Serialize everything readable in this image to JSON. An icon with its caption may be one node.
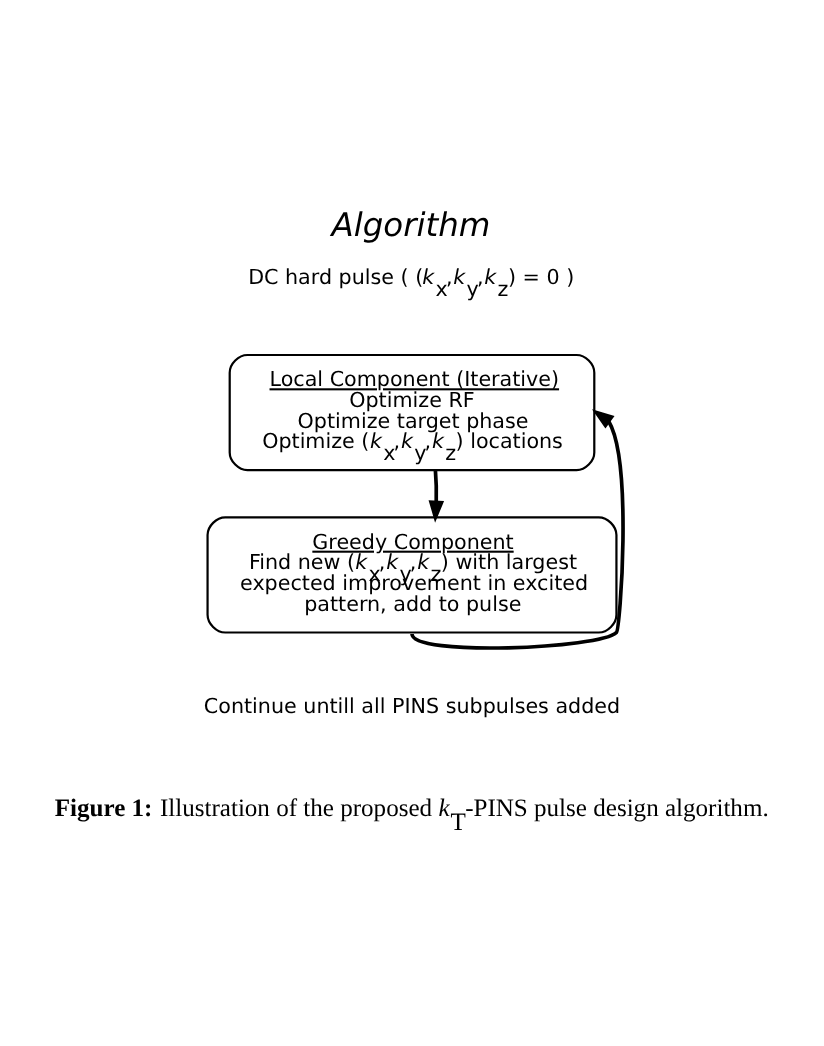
{
  "diagram": {
    "title": "Algorithm",
    "caption": "**Figure 1:** Illustration of the proposed *k*$_{T}$-PINS pulse design algorithm.",
    "nodes": [
      {
        "text": [
          "Local Component (Iterative)",
          "Optimize RF Optimize target phase Optimize (*k*$_{x}$,*k*$_{y}$,*k*$_{z}$) locations"
        ]
      },
      {
        "text": [
          "Greedy Component",
          "Find new (*k*$_{x}$,*k*$_{y}$,*k*$_{z}$) with largest expected improvement in excited pattern, add to pulse"
        ]
      }
    ],
    "edges": [
      {
        "from": 0,
        "to": 1,
        "arrow": "to"
      },
      {
        "from": 1,
        "to": 0,
        "arrow": "to"
      }
    ],
    "labels": [
      "DC hard pulse ( (*k*$_{x}$,*k*$_{y}$,*k*$_{z}$) = 0 )",
      "Continue untill all PINS subpulses added"
    ]
  }
}
